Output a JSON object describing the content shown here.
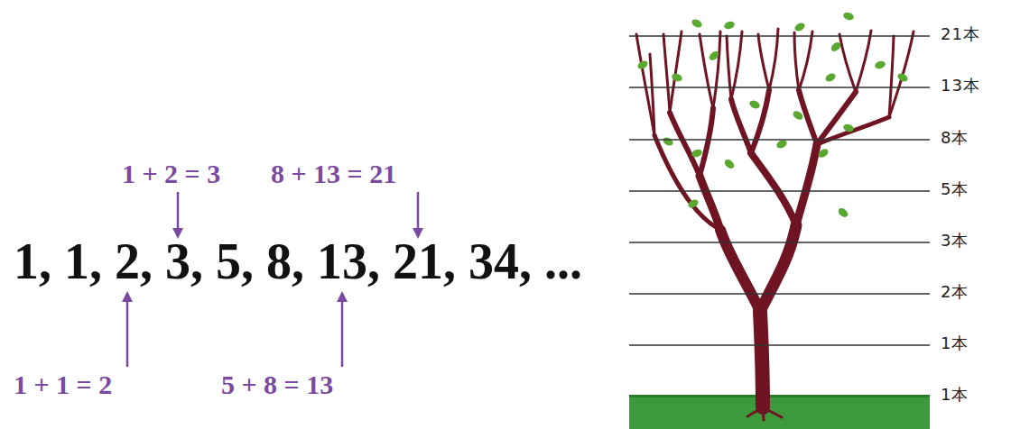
{
  "diagram": {
    "labels": [
      "1 + 2 = 3",
      "8 + 13 = 21",
      "1, 1, 2, 3, 5, 8, 13, 21, 34, ...",
      "1 + 1 = 2",
      "5 + 8 = 13",
      "21本",
      "13本",
      "8本",
      "5本",
      "3本",
      "2本",
      "1本",
      "1本"
    ]
  }
}
